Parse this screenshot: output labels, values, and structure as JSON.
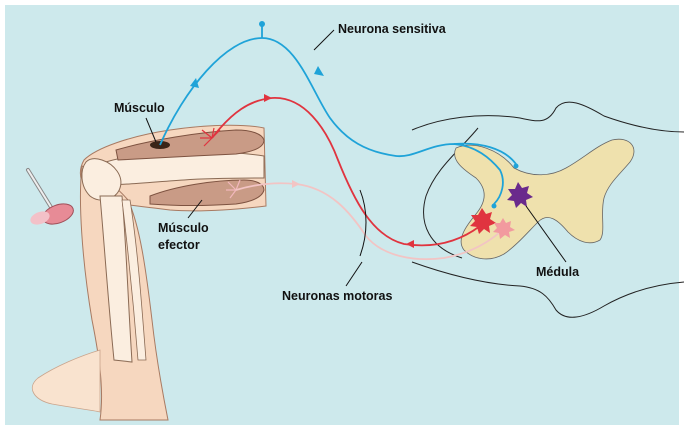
{
  "labels": {
    "sensory_neuron": "Neurona sensitiva",
    "muscle": "Músculo",
    "effector_muscle_line1": "Músculo",
    "effector_muscle_line2": "efector",
    "motor_neurons": "Neuronas motoras",
    "spinal_cord": "Médula"
  },
  "colors": {
    "background": "#cde9ec",
    "skin": "#f6d7bf",
    "muscle": "#c99b86",
    "grey_matter": "#efe1ad",
    "sensory_neuron": "#1fa3d8",
    "motor_neuron": "#e0343f",
    "inactive_motor_neuron": "#f2c4c4",
    "interneuron": "#6a2a8c"
  },
  "icons": [
    "reflex-hammer-icon"
  ]
}
